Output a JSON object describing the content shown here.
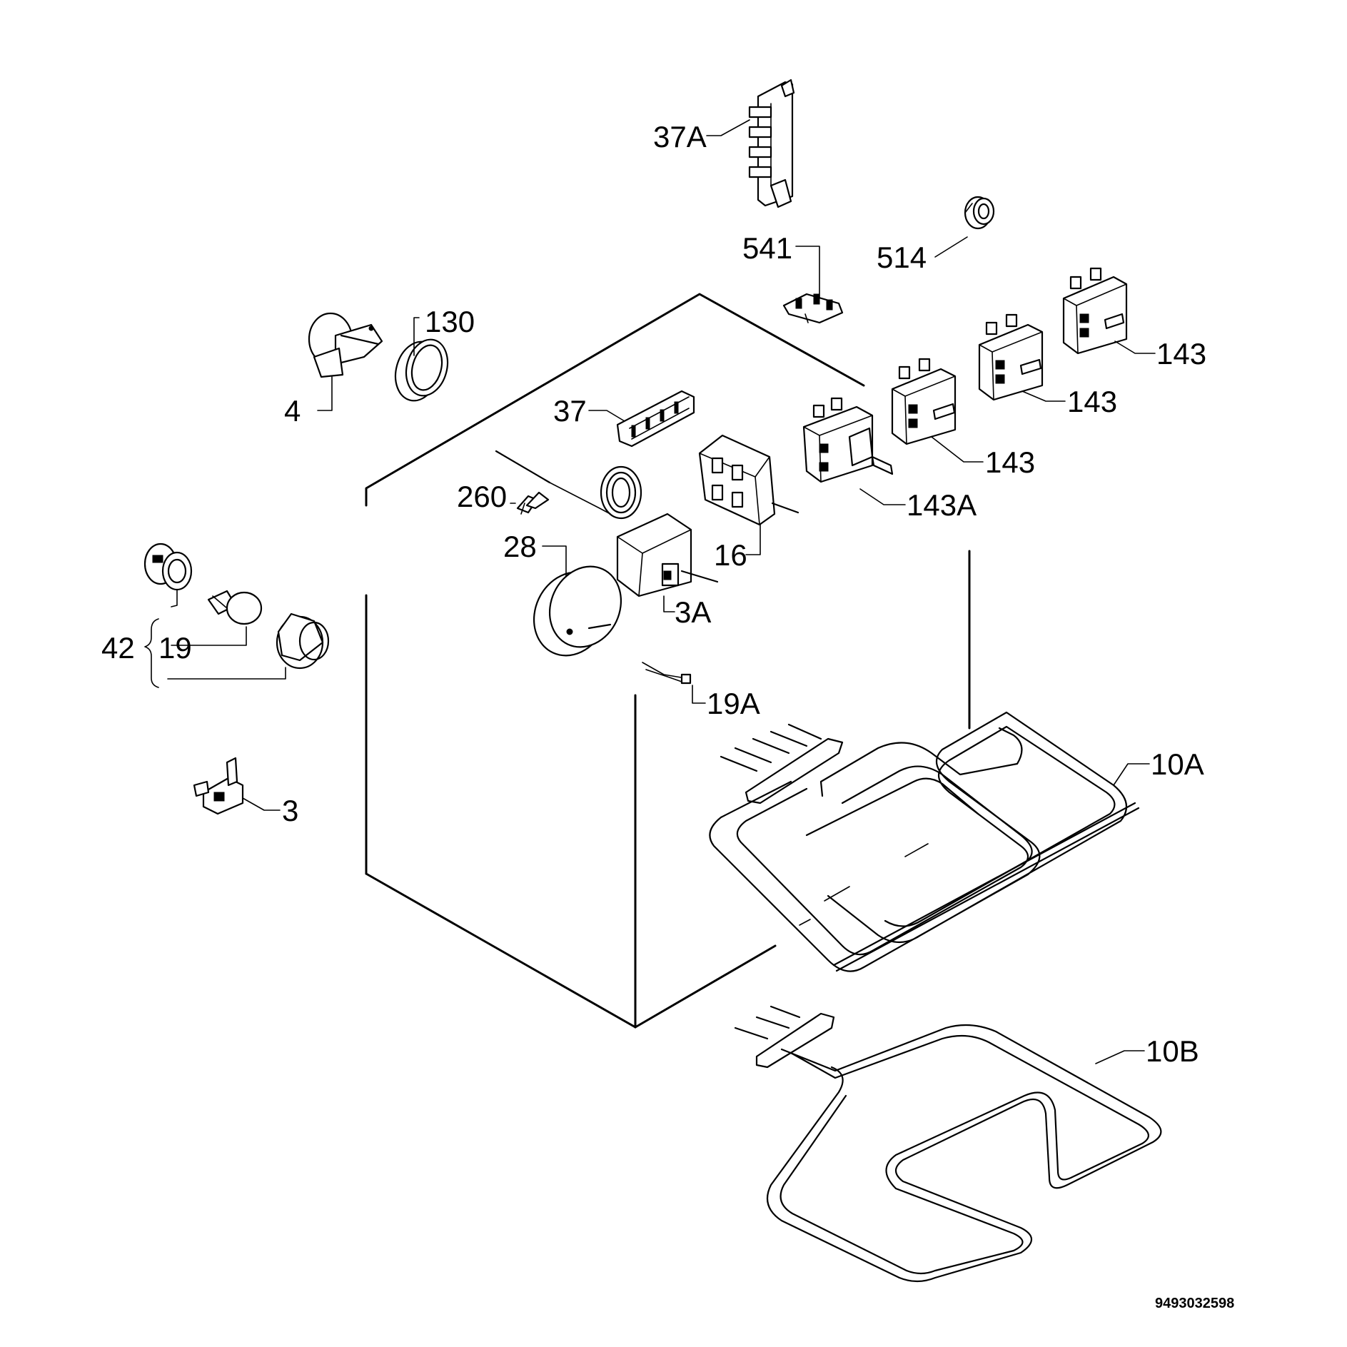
{
  "diagram": {
    "labels": {
      "p37a": "37A",
      "p514": "514",
      "p541": "541",
      "p130": "130",
      "p4": "4",
      "p37": "37",
      "p260": "260",
      "p28": "28",
      "p16": "16",
      "p143a": "143A",
      "p143_1": "143",
      "p143_2": "143",
      "p143_3": "143",
      "p3a": "3A",
      "p42": "42",
      "p19": "19",
      "p19a": "19A",
      "p3": "3",
      "p10a": "10A",
      "p10b": "10B"
    },
    "doc_code": "9493032598"
  }
}
